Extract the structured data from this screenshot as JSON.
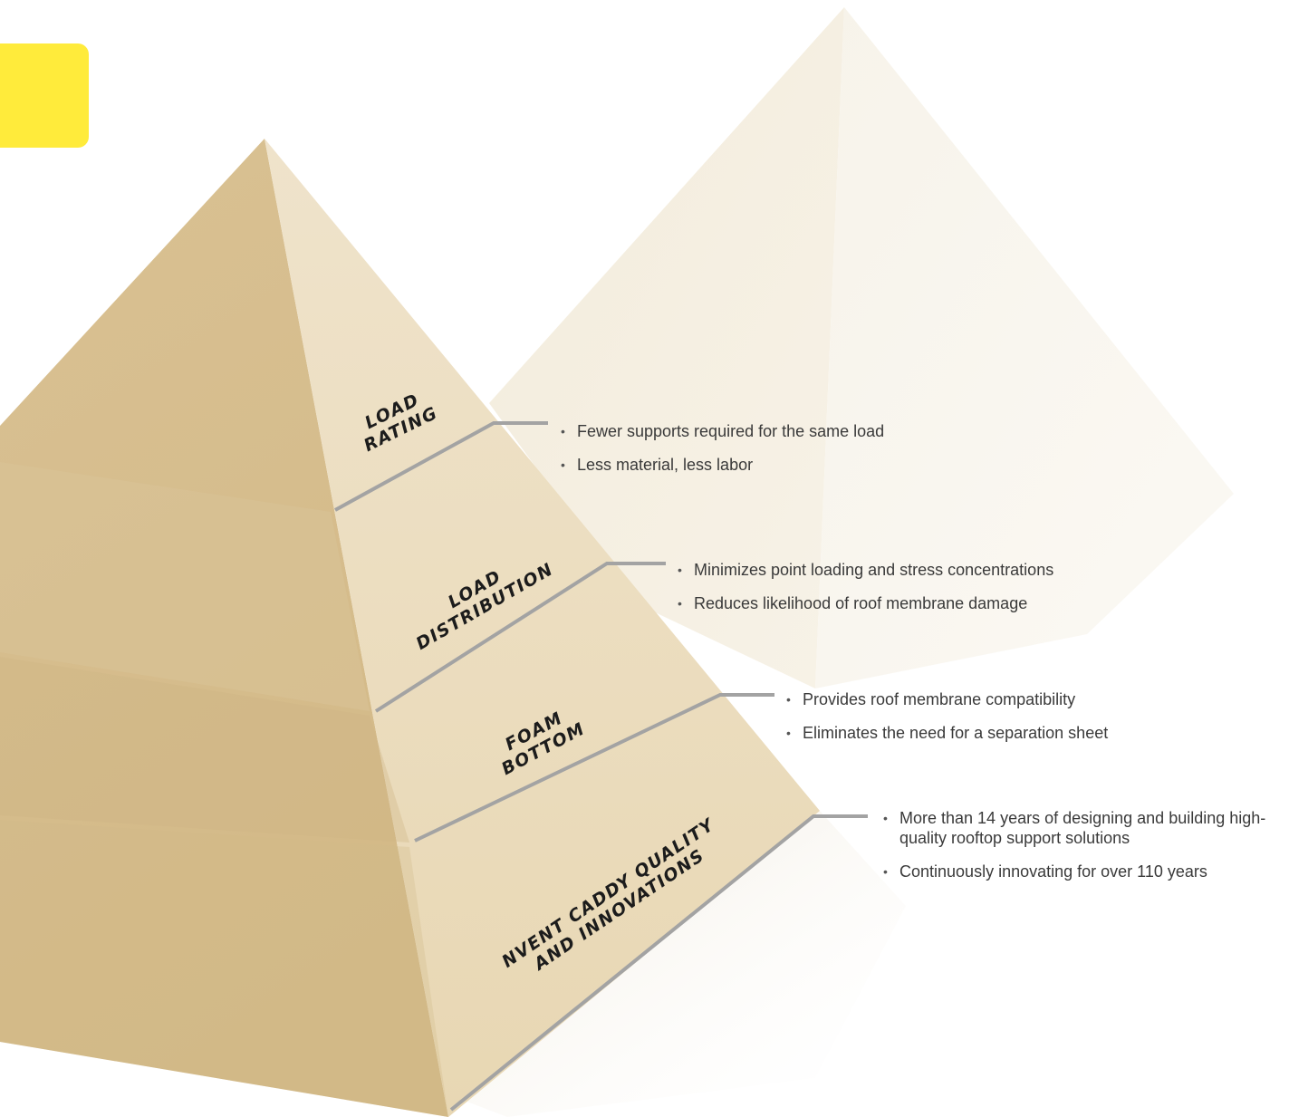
{
  "colors": {
    "accent_yellow": "#ffeb3b",
    "pyramid_light": "#ead9b6",
    "pyramid_dark": "#d6bd8e",
    "line": "#a3a3a3"
  },
  "tiers": [
    {
      "label": [
        "LOAD",
        "RATING"
      ],
      "bullets": [
        "Fewer supports required for the same load",
        "Less material, less labor"
      ]
    },
    {
      "label": [
        "LOAD",
        "DISTRIBUTION"
      ],
      "bullets": [
        "Minimizes point loading and stress concentrations",
        "Reduces likelihood of roof membrane damage"
      ]
    },
    {
      "label": [
        "FOAM",
        "BOTTOM"
      ],
      "bullets": [
        "Provides roof membrane compatibility",
        "Eliminates the need for a separation sheet"
      ]
    },
    {
      "label": [
        "NVENT CADDY QUALITY",
        "AND INNOVATIONS"
      ],
      "bullets": [
        "More than 14 years of designing and building high-quality rooftop support solutions",
        "Continuously innovating for over 110 years"
      ]
    }
  ]
}
